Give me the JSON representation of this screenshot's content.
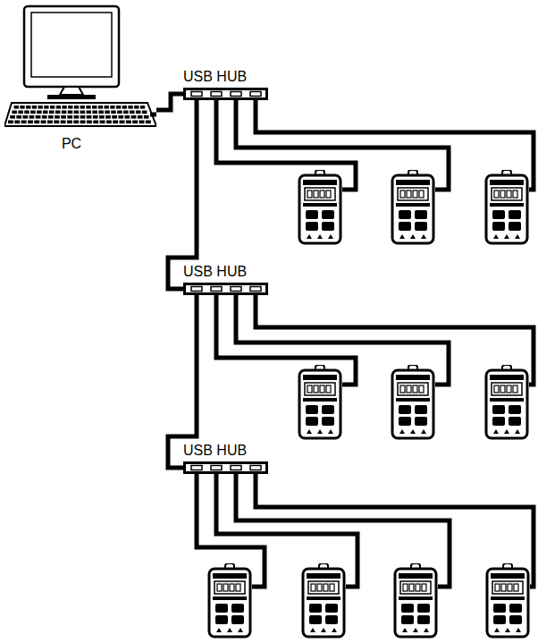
{
  "diagram": {
    "nodes": [
      {
        "text": [
          "PC"
        ]
      },
      {
        "text": [
          "USB HUB"
        ]
      },
      {
        "text": [
          "USB HUB"
        ]
      },
      {
        "text": [
          "USB HUB"
        ]
      }
    ],
    "edges": [
      {
        "from": 0,
        "to": 1,
        "arrow": "none"
      },
      {
        "from": 1,
        "to": 2,
        "arrow": "none"
      },
      {
        "from": 2,
        "to": 3,
        "arrow": "none"
      }
    ]
  }
}
